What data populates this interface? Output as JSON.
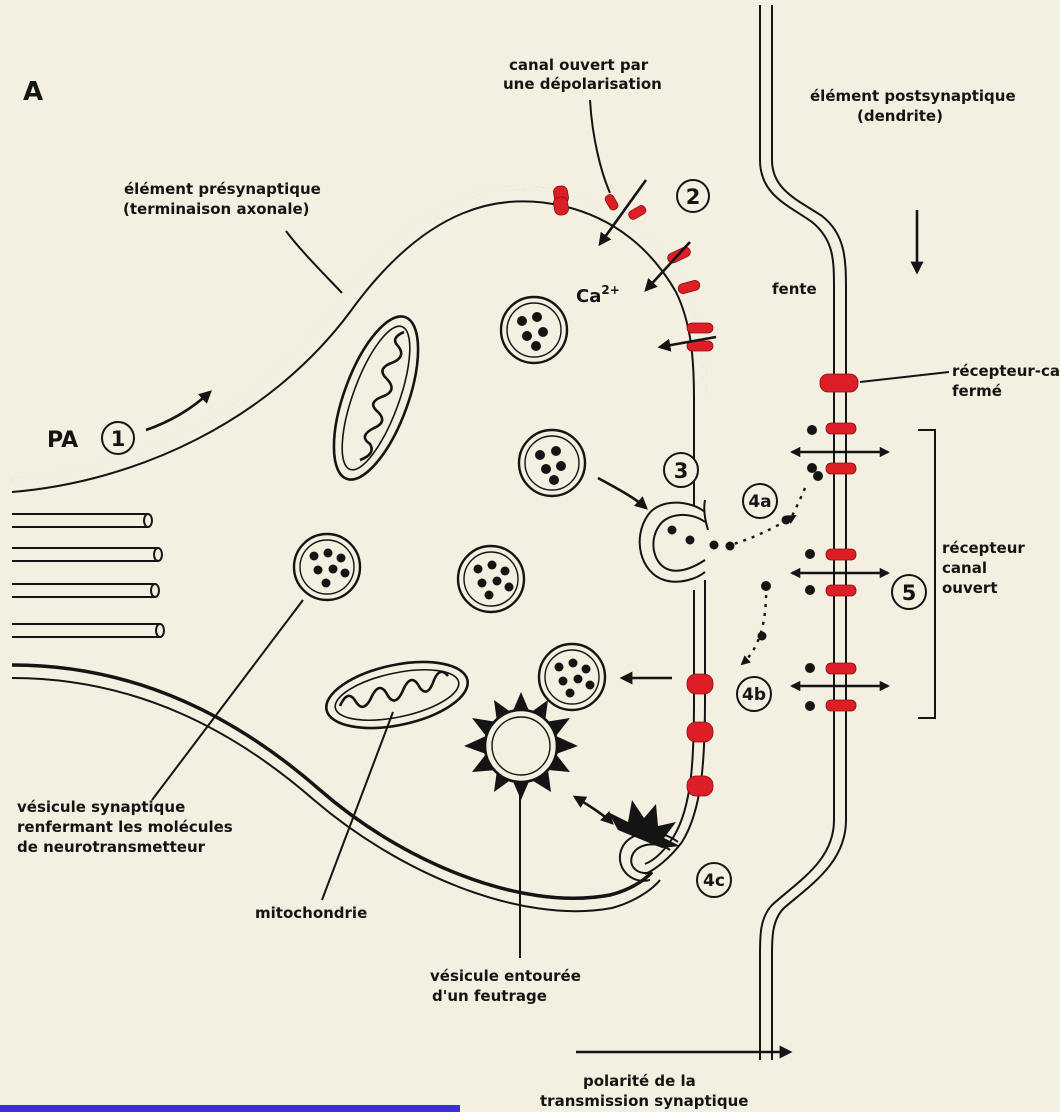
{
  "panel_letter": "A",
  "labels": {
    "channel_depolarisation": [
      "canal ouvert par",
      "une dépolarisation"
    ],
    "postsynaptic": [
      "élément postsynaptique",
      "(dendrite)"
    ],
    "presynaptic": [
      "élément présynaptique",
      "(terminaison axonale)"
    ],
    "calcium": "Ca",
    "calcium_sup": "2+",
    "cleft": "fente",
    "receptor_closed": [
      "récepteur-canal",
      "fermé"
    ],
    "receptor_open": [
      "récepteur",
      "canal",
      "ouvert"
    ],
    "action_potential": "PA",
    "synaptic_vesicle": [
      "vésicule synaptique",
      "renfermant les molécules",
      "de neurotransmetteur"
    ],
    "mitochondrion": "mitochondrie",
    "coated_vesicle": [
      "vésicule entourée",
      "d'un feutrage"
    ],
    "polarity": [
      "polarité de la",
      "transmission synaptique"
    ]
  },
  "steps": {
    "s1": "1",
    "s2": "2",
    "s3": "3",
    "s4a": "4a",
    "s4b": "4b",
    "s4c": "4c",
    "s5": "5"
  },
  "colors": {
    "background": "#f3efe1",
    "ink": "#141414",
    "channel": "#dc1f26",
    "bottom_bar": "#3b2fd1"
  }
}
